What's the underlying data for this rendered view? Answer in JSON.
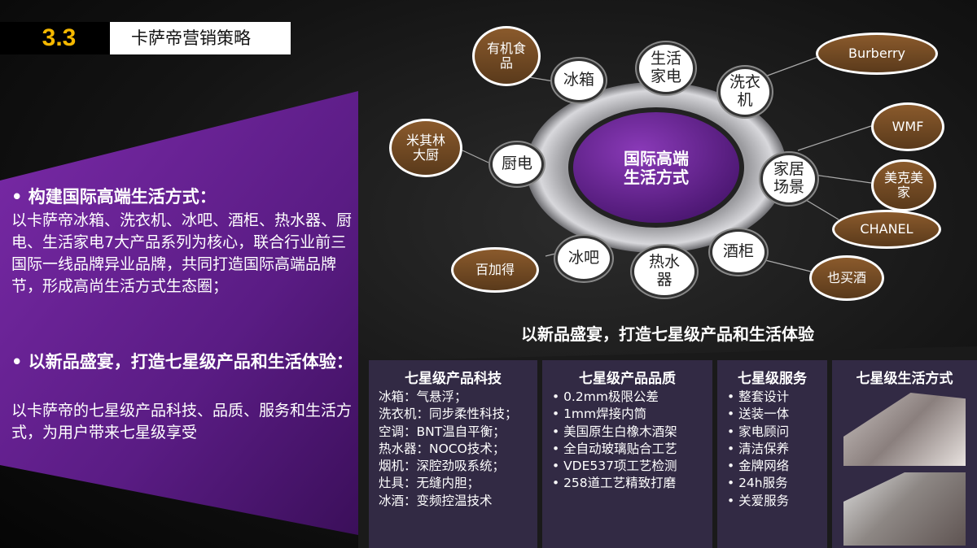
{
  "header": {
    "section_number": "3.3",
    "title": "卡萨帝营销策略"
  },
  "left_panel": {
    "point1_title": "• 构建国际高端生活方式：",
    "point1_body": "以卡萨帝冰箱、洗衣机、冰吧、酒柜、热水器、厨电、生活家电7大产品系列为核心，联合行业前三国际一线品牌异业品牌，共同打造国际高端品牌节，形成高尚生活方式生态圈；",
    "point2_title": "• 以新品盛宴，打造七星级产品和生活体验：",
    "point2_body": "以卡萨帝的七星级产品科技、品质、服务和生活方式，为用户带来七星级享受"
  },
  "diagram": {
    "center": "国际高端\n生活方式",
    "products": {
      "fridge": "冰箱",
      "appliances": "生活\n家电",
      "washer": "洗衣\n机",
      "kitchen": "厨电",
      "home": "家居\n场景",
      "wine": "酒柜",
      "heater": "热水\n器",
      "bar": "冰吧"
    },
    "partners": {
      "organic": "有机食\n品",
      "burberry": "Burberry",
      "michelin": "米其林\n大厨",
      "wmf": "WMF",
      "meikemeijia": "美克美\n家",
      "chanel": "CHANEL",
      "yemaijiu": "也买酒",
      "baijiade": "百加得"
    }
  },
  "table": {
    "title": "以新品盛宴，打造七星级产品和生活体验",
    "columns": [
      {
        "header": "七星级产品科技",
        "items": [
          "冰箱：气悬浮；",
          "洗衣机：同步柔性科技；",
          "空调：BNT温自平衡；",
          "热水器：NOCO技术；",
          "烟机：深腔劲吸系统；",
          "灶具：无缝内胆；",
          "冰酒：变频控温技术"
        ]
      },
      {
        "header": "七星级产品品质",
        "items": [
          "• 0.2mm极限公差",
          "• 1mm焊接内筒",
          "• 美国原生白橡木酒架",
          "• 全自动玻璃贴合工艺",
          "•  VDE537项工艺检测",
          "•  258道工艺精致打磨"
        ]
      },
      {
        "header": "七星级服务",
        "items": [
          "• 整套设计",
          "• 送装一体",
          "• 家电顾问",
          "• 清洁保养",
          "• 金牌网络",
          "•  24h服务",
          "• 关爱服务"
        ]
      },
      {
        "header": "七星级生活方式",
        "items": []
      }
    ]
  },
  "colors": {
    "purple": "#5b1f8a",
    "gold": "#f5b800",
    "brown": "#6e4622",
    "column_bg": "#322a44"
  }
}
